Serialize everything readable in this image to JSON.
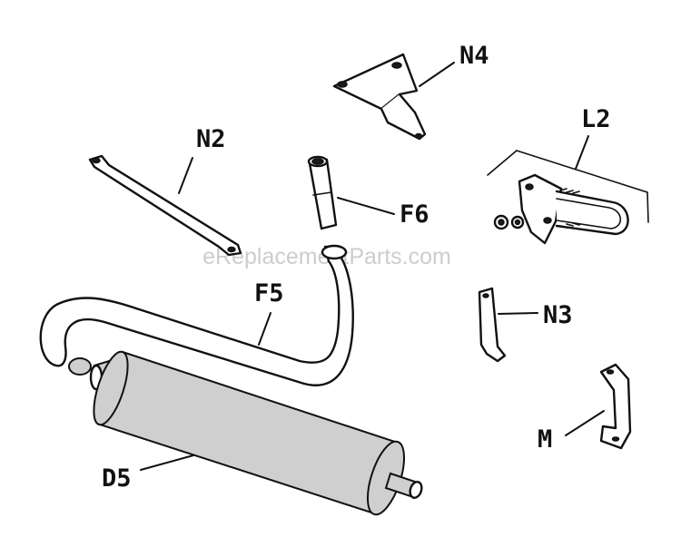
{
  "callouts": {
    "n4": "N4",
    "n2": "N2",
    "l2": "L2",
    "f6": "F6",
    "f5": "F5",
    "n3": "N3",
    "m": "M",
    "d5": "D5"
  },
  "watermark": "eReplacementParts.com"
}
